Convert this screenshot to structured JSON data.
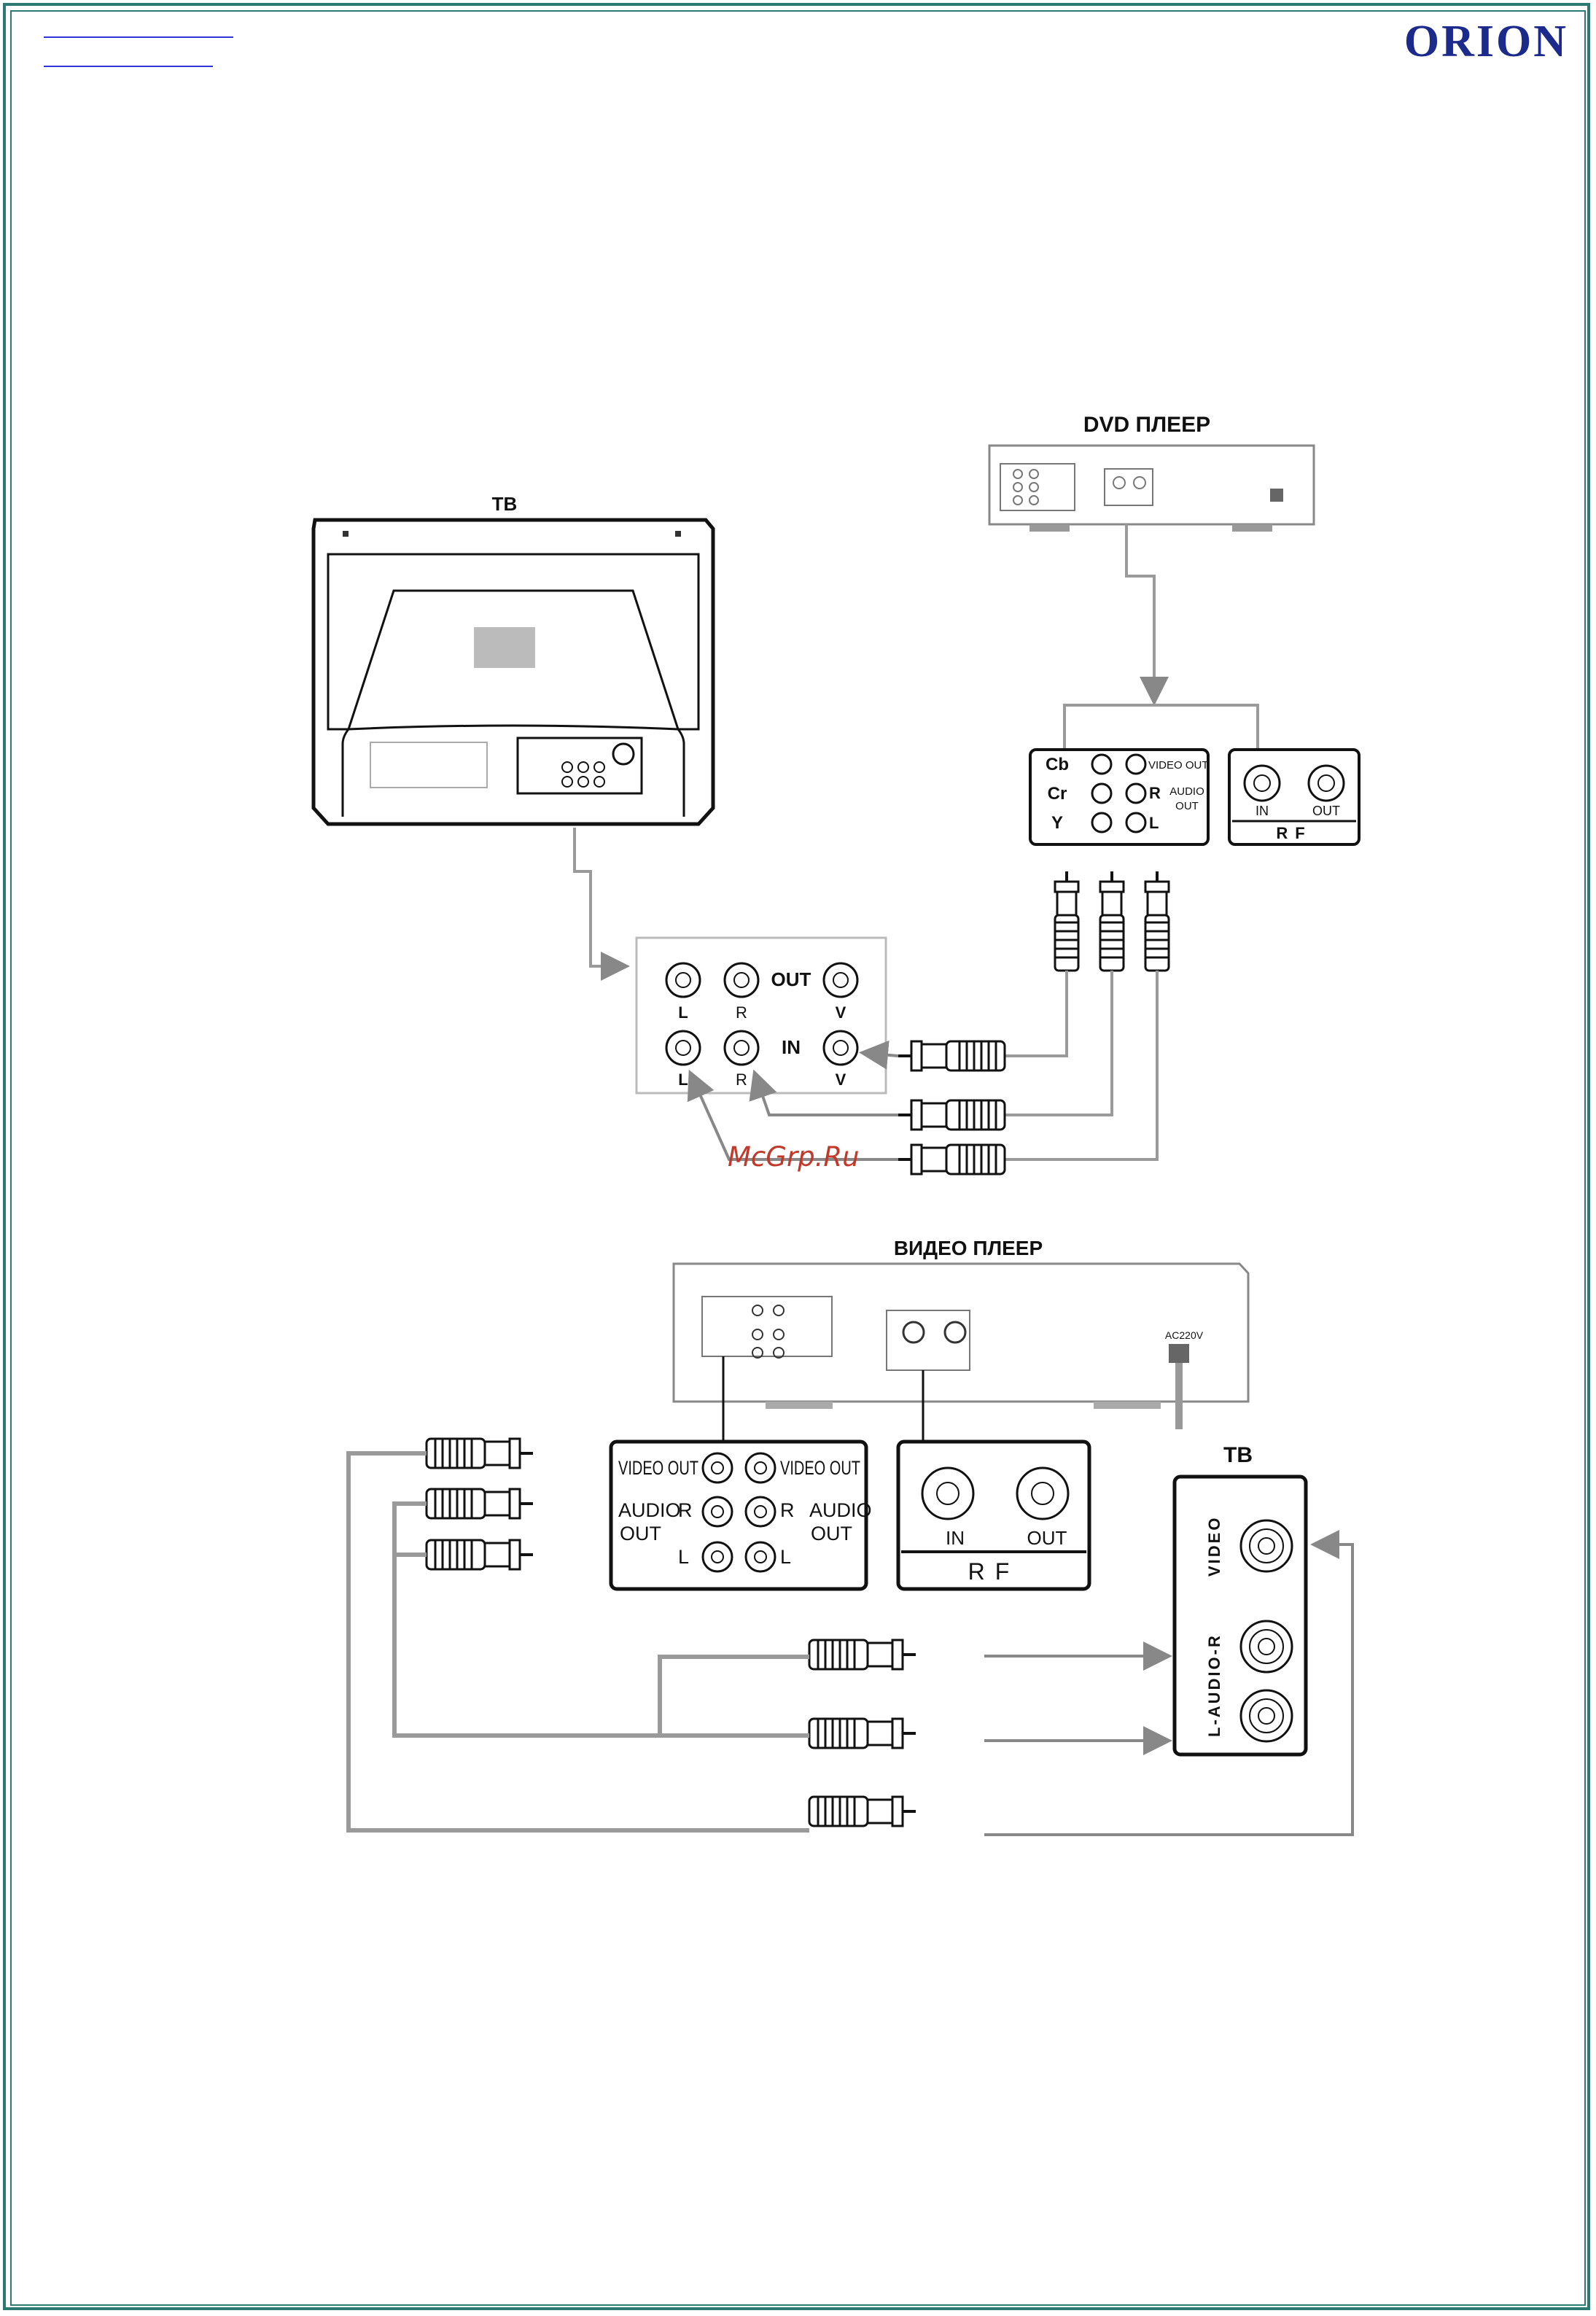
{
  "brand": "ORION",
  "watermark": "McGrp.Ru",
  "diagram1": {
    "tv_title": "ТВ",
    "dvd_title": "DVD ПЛЕЕР",
    "dvd_panel": {
      "cb": "Cb",
      "cr": "Cr",
      "y": "Y",
      "video_out": "VIDEO OUT",
      "r": "R",
      "l": "L",
      "audio": "AUDIO",
      "out": "OUT"
    },
    "rf_panel": {
      "in": "IN",
      "out": "OUT",
      "rf": "RF"
    },
    "tv_panel": {
      "l": "L",
      "r": "R",
      "v": "V",
      "out": "OUT",
      "in": "IN"
    }
  },
  "diagram2": {
    "vcr_title": "ВИДЕО ПЛЕЕР",
    "ac_label": "AC220V",
    "vcr_panel": {
      "video_out": "VIDEO OUT",
      "audio": "AUDIO",
      "out": "OUT",
      "r": "R",
      "l": "L"
    },
    "rf_panel": {
      "in": "IN",
      "out": "OUT",
      "rf": "RF"
    },
    "tv_title": "ТВ",
    "tv_panel": {
      "video": "VIDEO",
      "audio": "L-AUDIO-R"
    }
  },
  "colors": {
    "frame": "#2d7a73",
    "brand": "#1c2a8c",
    "cable": "#9a9a9a",
    "link": "#2b35d8",
    "watermark": "#c0392b"
  }
}
